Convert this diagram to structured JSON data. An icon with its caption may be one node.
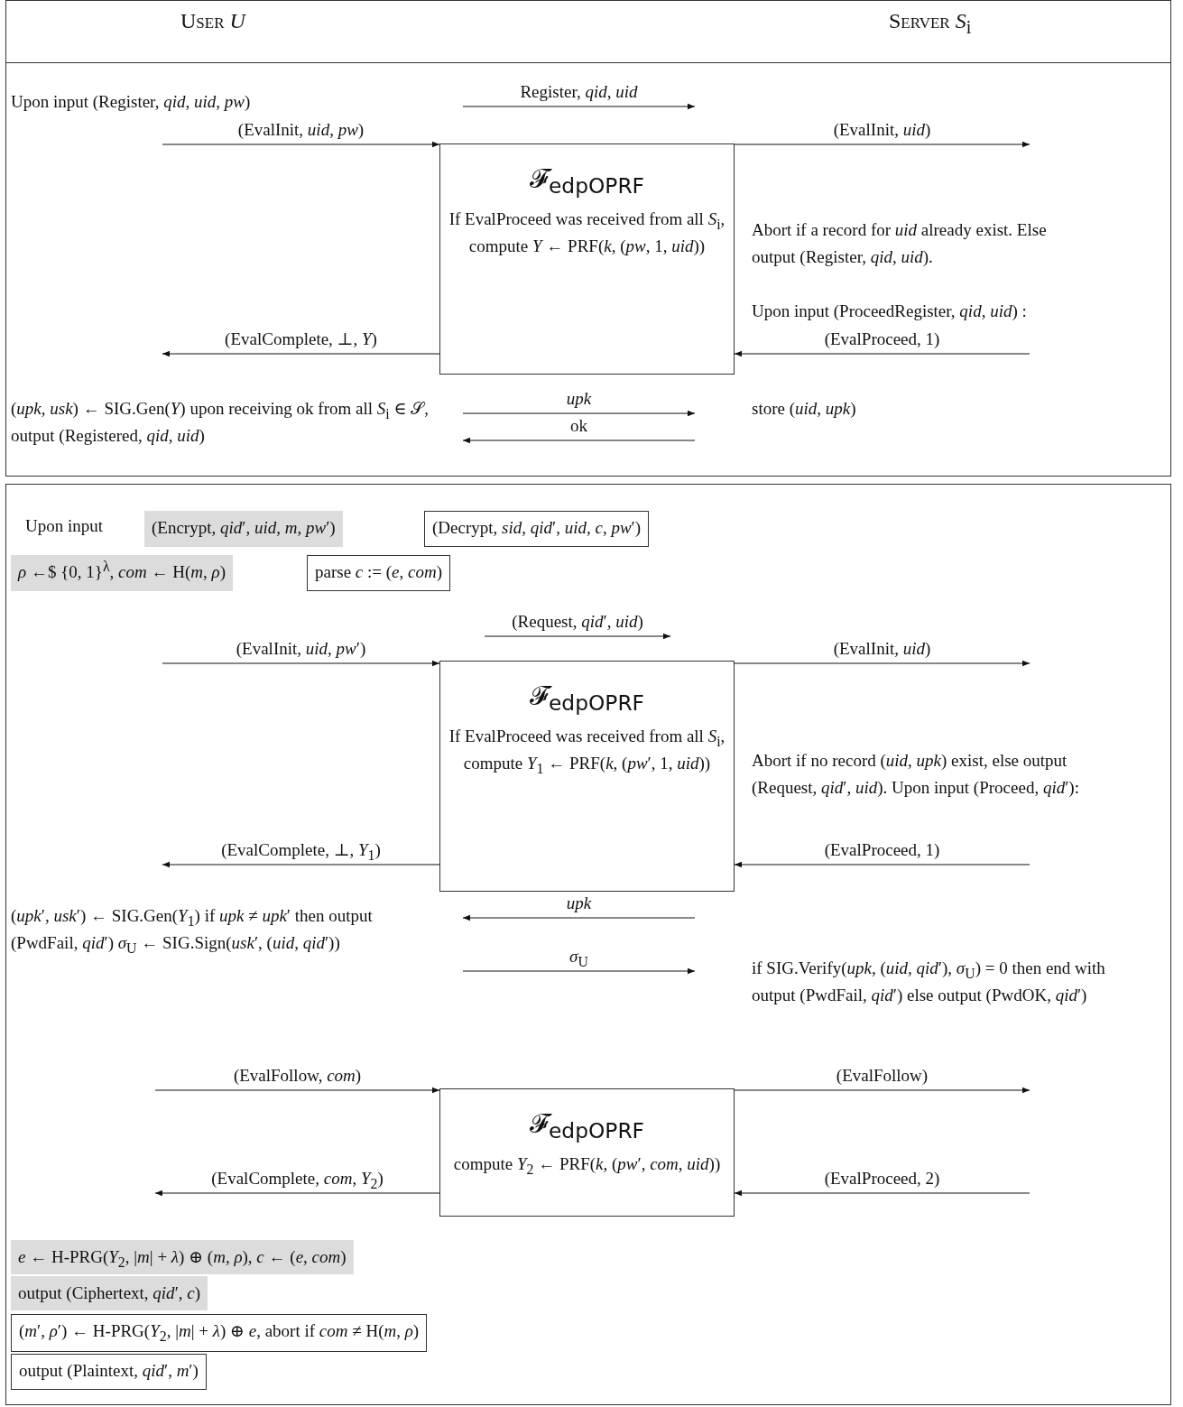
{
  "diagram": {
    "nodes": [
      {
        "text": [
          "𝓕$_{edpOPRF}$",
          "If EvalProceed was received from all *S*$_{i}$, compute *Y* ← PRF(*k*, (*pw*, 1, *uid*))"
        ]
      },
      {
        "text": [
          "(Encrypt, *qid*′, *uid*, *m*, *pw*′)"
        ]
      },
      {
        "text": [
          "(Decrypt, *sid*, *qid*′, *uid*, *c*, *pw*′)"
        ]
      },
      {
        "text": [
          "*ρ* ←$ {0, 1}$^{λ}$, *com* ← H(*m*, *ρ*)"
        ]
      },
      {
        "text": [
          "parse *c* := (*e*, *com*)"
        ]
      },
      {
        "text": [
          "𝓕$_{edpOPRF}$",
          "If EvalProceed was received from all *S*$_{i}$, compute *Y*$_{1}$ ← PRF(*k*, (*pw*′, 1, *uid*))"
        ]
      },
      {
        "text": [
          "𝓕$_{edpOPRF}$",
          "compute *Y*$_{2}$ ← PRF(*k*, (*pw*′, *com*, *uid*))"
        ]
      },
      {
        "text": [
          "*e* ← H-PRG(*Y*$_{2}$, |*m*| + *λ*) ⊕ (*m*, *ρ*), *c* ← (*e*, *com*)"
        ]
      },
      {
        "text": [
          "output (Ciphertext, *qid*′, *c*)"
        ]
      },
      {
        "text": [
          "(*m*′, *ρ*′) ← H-PRG(*Y*$_{2}$, |*m*| + *λ*) ⊕ *e*, abort if *com* ≠ H(*m*, *ρ*)"
        ]
      },
      {
        "text": [
          "output (Plaintext, *qid*′, *m*′)"
        ]
      }
    ],
    "edges": [
      {
        "from": null,
        "to": 0,
        "arrow": "to",
        "label": "(EvalInit, *uid*, *pw*)"
      },
      {
        "from": 0,
        "to": null,
        "arrow": "to",
        "label": "(EvalInit, *uid*)"
      },
      {
        "from": 0,
        "to": null,
        "arrow": "to",
        "label": "(EvalComplete, ⊥, *Y*)"
      },
      {
        "from": null,
        "to": 0,
        "arrow": "to",
        "label": "(EvalProceed, 1)"
      },
      {
        "from": null,
        "to": 5,
        "arrow": "to",
        "label": "(EvalInit, *uid*, *pw*′)"
      },
      {
        "from": 5,
        "to": null,
        "arrow": "to",
        "label": "(EvalInit, *uid*)"
      },
      {
        "from": 5,
        "to": null,
        "arrow": "to",
        "label": "(EvalComplete, ⊥, *Y*$_{1}$)"
      },
      {
        "from": null,
        "to": 5,
        "arrow": "to",
        "label": "(EvalProceed, 1)"
      },
      {
        "from": null,
        "to": 6,
        "arrow": "to",
        "label": "(EvalFollow, *com*)"
      },
      {
        "from": 6,
        "to": null,
        "arrow": "to",
        "label": "(EvalFollow)"
      },
      {
        "from": 6,
        "to": null,
        "arrow": "to",
        "label": "(EvalComplete, *com*, *Y*$_{2}$)"
      },
      {
        "from": null,
        "to": 6,
        "arrow": "to",
        "label": "(EvalProceed, 2)"
      }
    ],
    "labels": [
      "User *U*",
      "Server *S*$_{i}$",
      "Upon input (Register, *qid*, *uid*, *pw*)",
      "Register, *qid*, *uid*",
      "Abort if a record for *uid* already exist. Else output (Register, *qid*, *uid*).",
      "Upon input (ProceedRegister, *qid*, *uid*) :",
      "(*upk*, *usk*) ← SIG.Gen(*Y*) upon receiving ok from all *S*$_{i}$ ∈ 𝒮, output (Registered, *qid*, *uid*)",
      "*upk*",
      "ok",
      "store (*uid*, *upk*)",
      "Upon input",
      "(Request, *qid*′, *uid*)",
      "Abort if no record (*uid*, *upk*) exist, else output (Request, *qid*′, *uid*). Upon input (Proceed, *qid*′):",
      "(*upk*′, *usk*′) ← SIG.Gen(*Y*$_{1}$) if *upk* ≠ *upk*′ then output (PwdFail, *qid*′) *σ*$_{U}$ ← SIG.Sign(*usk*′, (*uid*, *qid*′))",
      "*upk*",
      "*σ*$_{U}$",
      "if SIG.Verify(*upk*, (*uid*, *qid*′), *σ*$_{U}$) = 0 then end with output (PwdFail, *qid*′) else output (PwdOK, *qid*′)"
    ]
  }
}
